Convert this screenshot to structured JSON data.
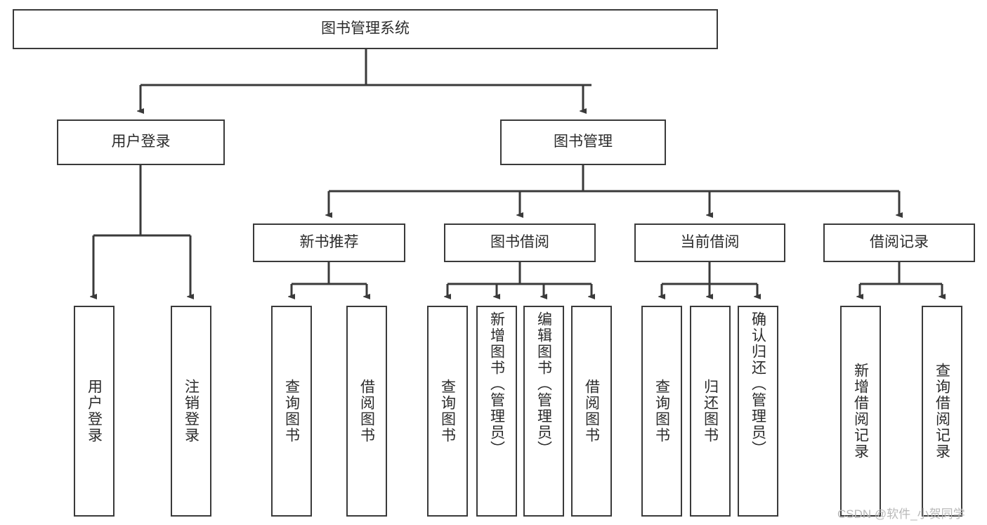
{
  "diagram": {
    "title": "图书管理系统",
    "type": "hierarchy-tree",
    "watermark": "CSDN @软件_小贺同学",
    "colors": {
      "box_border": "#3a3a3a",
      "box_fill": "#ffffff",
      "connector": "#3a3a3a",
      "text": "#2b2b2b",
      "watermark": "#b9b9b9",
      "background": "#ffffff"
    },
    "nodes": {
      "root": {
        "label": "图书管理系统",
        "level": 1
      },
      "l2": [
        {
          "id": "user-login",
          "label": "用户登录",
          "level": 2
        },
        {
          "id": "book-management",
          "label": "图书管理",
          "level": 2
        }
      ],
      "l3": [
        {
          "id": "new-book-recommend",
          "label": "新书推荐",
          "level": 3
        },
        {
          "id": "book-borrow",
          "label": "图书借阅",
          "level": 3
        },
        {
          "id": "current-borrow",
          "label": "当前借阅",
          "level": 3
        },
        {
          "id": "borrow-record",
          "label": "借阅记录",
          "level": 3
        }
      ],
      "leaves": {
        "user-login": [
          {
            "id": "leaf-user-login",
            "label": "用户登录"
          },
          {
            "id": "leaf-logout-login",
            "label": "注销登录"
          }
        ],
        "new-book-recommend": [
          {
            "id": "leaf-query-book-1",
            "label": "查询图书"
          },
          {
            "id": "leaf-borrow-book-1",
            "label": "借阅图书"
          }
        ],
        "book-borrow": [
          {
            "id": "leaf-query-book-2",
            "label": "查询图书"
          },
          {
            "id": "leaf-add-book",
            "label": "新增图书（管理员）"
          },
          {
            "id": "leaf-edit-book",
            "label": "编辑图书（管理员）"
          },
          {
            "id": "leaf-borrow-book-2",
            "label": "借阅图书"
          }
        ],
        "current-borrow": [
          {
            "id": "leaf-query-book-3",
            "label": "查询图书"
          },
          {
            "id": "leaf-return-book",
            "label": "归还图书"
          },
          {
            "id": "leaf-confirm-return",
            "label": "确认归还（管理员）"
          }
        ],
        "borrow-record": [
          {
            "id": "leaf-add-record",
            "label": "新增借阅记录"
          },
          {
            "id": "leaf-query-record",
            "label": "查询借阅记录"
          }
        ]
      }
    }
  }
}
